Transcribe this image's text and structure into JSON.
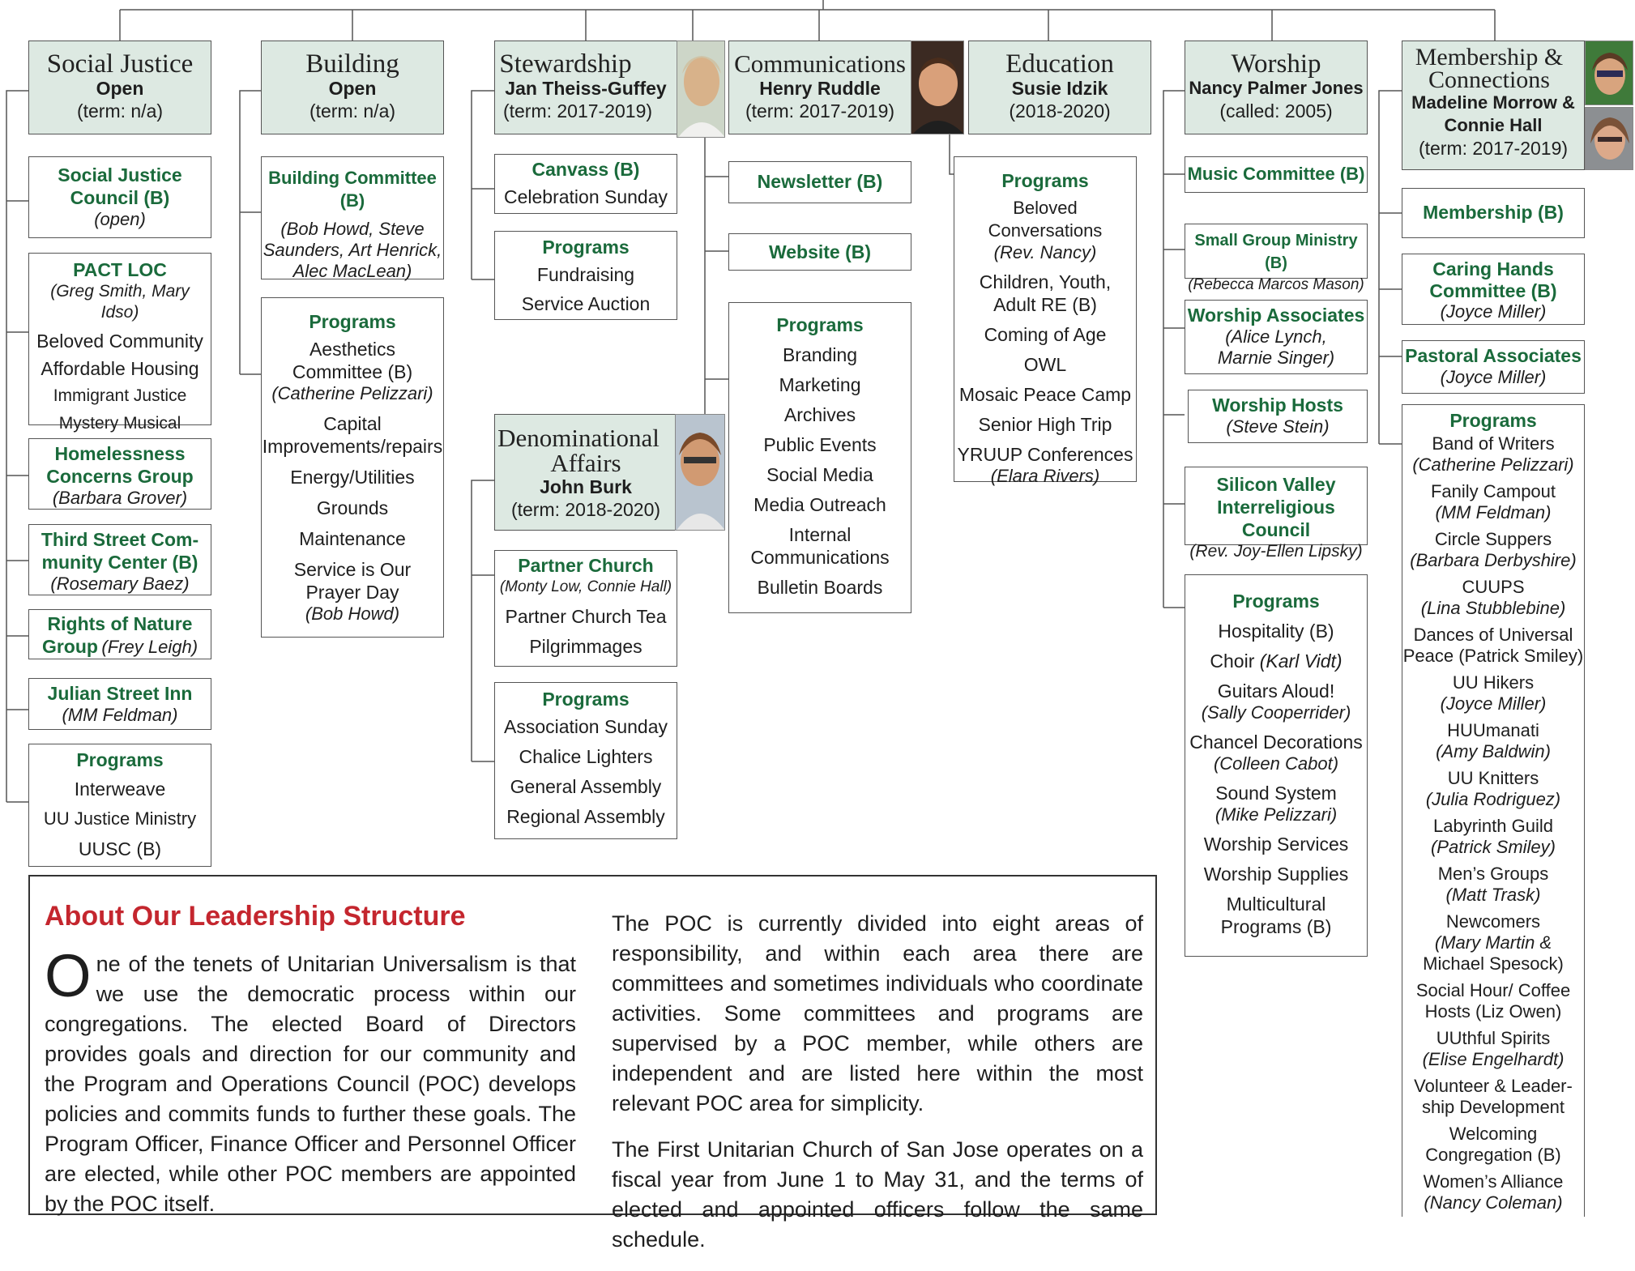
{
  "areas": {
    "social_justice": {
      "title": "Social Justice",
      "name": "Open",
      "term": "(term: n/a)"
    },
    "building": {
      "title": "Building",
      "name": "Open",
      "term": "(term: n/a)"
    },
    "stewardship": {
      "title": "Stewardship",
      "name": "Jan Theiss-Guffey",
      "term": "(term: 2017-2019)"
    },
    "communications": {
      "title": "Communications",
      "name": "Henry Ruddle",
      "term": "(term: 2017-2019)"
    },
    "education": {
      "title": "Education",
      "name": "Susie Idzik",
      "term": "(2018-2020)"
    },
    "worship": {
      "title": "Worship",
      "name": "Nancy Palmer Jones",
      "term": "(called: 2005)"
    },
    "membership": {
      "title_1": "Membership &",
      "title_2": "Connections",
      "name_1": "Madeline Morrow &",
      "name_2": "Connie Hall",
      "term": "(term: 2017-2019)"
    },
    "denominational": {
      "title_1": "Denominational",
      "title_2": "Affairs",
      "name": "John Burk",
      "term": "(term: 2018-2020)"
    }
  },
  "sj": {
    "council_1": "Social Justice",
    "council_2": "Council (B)",
    "council_who": "(open)",
    "pact": "PACT LOC",
    "pact_who": "(Greg Smith, Mary Idso)",
    "pact_items": [
      "Beloved Community",
      "Affordable Housing",
      "Immigrant Justice",
      "Mystery Musical Comedy"
    ],
    "homeless_1": "Homelessness",
    "homeless_2": "Concerns Group",
    "homeless_who": "(Barbara Grover)",
    "third_1": "Third Street Com-",
    "third_2": "munity Center (B)",
    "third_who": "(Rosemary Baez)",
    "rights_1": "Rights of Nature",
    "rights_2": "Group",
    "rights_who": "(Frey Leigh)",
    "julian": "Julian Street Inn",
    "julian_who": "(MM Feldman)",
    "programs": "Programs",
    "program_items": [
      "Interweave",
      "UU Justice Ministry",
      "UUSC (B)"
    ]
  },
  "bld": {
    "committee": "Building Committee (B)",
    "who_1": "(Bob Howd, Steve",
    "who_2": "Saunders, Art Henrick,",
    "who_3": "Alec MacLean)",
    "programs": "Programs",
    "aes_1": "Aesthetics",
    "aes_2": "Committee (B)",
    "aes_who": "(Catherine Pelizzari)",
    "cap_1": "Capital",
    "cap_2": "Improvements/repairs",
    "energy": "Energy/Utilities",
    "grounds": "Grounds",
    "maint": "Maintenance",
    "service_1": "Service is Our",
    "service_2": "Prayer Day",
    "service_who": "(Bob Howd)"
  },
  "stw": {
    "canvass": "Canvass (B)",
    "celebration": "Celebration Sunday",
    "programs": "Programs",
    "items": [
      "Fundraising",
      "Service Auction"
    ]
  },
  "com": {
    "newsletter": "Newsletter (B)",
    "website": "Website (B)",
    "programs": "Programs",
    "items": [
      "Branding",
      "Marketing",
      "Archives",
      "Public Events",
      "Social Media",
      "Media Outreach"
    ],
    "internal_1": "Internal",
    "internal_2": "Communications",
    "bulletin": "Bulletin Boards"
  },
  "den": {
    "partner": "Partner Church",
    "partner_who": "(Monty Low, Connie Hall)",
    "items": [
      "Partner Church Tea",
      "Pilgrimmages"
    ],
    "programs": "Programs",
    "prog_items": [
      "Association Sunday",
      "Chalice Lighters",
      "General Assembly",
      "Regional Assembly"
    ]
  },
  "edu": {
    "programs": "Programs",
    "beloved": "Beloved Conversations",
    "beloved_who": "(Rev. Nancy)",
    "children_1": "Children, Youth,",
    "children_2": "Adult RE (B)",
    "items": [
      "Coming of Age",
      "OWL",
      "Mosaic Peace Camp",
      "Senior High Trip"
    ],
    "yruup": "YRUUP Conferences",
    "yruup_who": "(Elara Rivers)"
  },
  "wor": {
    "music": "Music Committee (B)",
    "small": "Small Group Ministry (B)",
    "small_who": "(Rebecca Marcos Mason)",
    "assoc": "Worship Associates",
    "assoc_who_1": "(Alice Lynch,",
    "assoc_who_2": "Marnie Singer)",
    "hosts": "Worship Hosts",
    "hosts_who": "(Steve Stein)",
    "sv_1": "Silicon Valley",
    "sv_2": "Interreligious Council",
    "sv_who": "(Rev. Joy-Ellen Lipsky)",
    "programs": "Programs",
    "hosp": "Hospitality (B)",
    "choir": "Choir",
    "choir_who": "(Karl Vidt)",
    "guitars": "Guitars Aloud!",
    "guitars_who": "(Sally Cooperrider)",
    "chancel": "Chancel Decorations",
    "chancel_who": "(Colleen Cabot)",
    "sound": "Sound System",
    "sound_who": "(Mike Pelizzari)",
    "services": "Worship Services",
    "supplies": "Worship Supplies",
    "multi_1": "Multicultural",
    "multi_2": "Programs (B)"
  },
  "mem": {
    "membership": "Membership (B)",
    "caring_1": "Caring Hands",
    "caring_2": "Committee (B)",
    "caring_who": "(Joyce Miller)",
    "pastoral": "Pastoral Associates",
    "pastoral_who": "(Joyce Miller)",
    "programs": "Programs",
    "items": [
      [
        "Band of Writers",
        "(Catherine Pelizzari)"
      ],
      [
        "Fanily Campout",
        "(MM Feldman)"
      ],
      [
        "Circle Suppers",
        "(Barbara Derbyshire)"
      ],
      [
        "CUUPS",
        "(Lina Stubblebine)"
      ],
      [
        "Dances of Universal",
        "Peace (Patrick Smiley)"
      ],
      [
        "UU Hikers",
        "(Joyce Miller)"
      ],
      [
        "HUUmanati",
        "(Amy Baldwin)"
      ],
      [
        "UU Knitters",
        "(Julia Rodriguez)"
      ],
      [
        "Labyrinth Guild",
        "(Patrick Smiley)"
      ],
      [
        "Men’s Groups",
        "(Matt Trask)"
      ],
      [
        "Newcomers",
        "(Mary Martin &",
        "Michael Spesock)"
      ],
      [
        "Social Hour/ Coffee",
        "Hosts (Liz Owen)"
      ],
      [
        "UUthful Spirits",
        "(Elise Engelhardt)"
      ],
      [
        "Volunteer & Leader-",
        "ship Development"
      ],
      [
        "Welcoming",
        "Congregation (B)"
      ],
      [
        "Women’s Alliance",
        "(Nancy Coleman)"
      ]
    ]
  },
  "about": {
    "heading": "About Our Leadership Structure",
    "dropcap": "O",
    "p1": "ne of the tenets of Unitarian Universalism is that we use the democratic process within our congregations. The elected Board of Directors provides goals and direction for our community and the Program and Operations Council (POC) develops policies and commits funds to further these goals. The Program Officer, Finance Officer and Personnel Officer are elected, while other POC members are appointed by the POC itself.",
    "p2": "The POC is currently divided into eight areas of responsibility, and within each area there are committees and sometimes individuals who coordinate activities. Some committees and programs are supervised by a POC member, while others are independent and are listed here within the most relevant POC area for simplicity.",
    "p3": "The First Unitarian Church of San Jose operates on a fiscal year from June 1 to May 31, and the terms of elected and appointed officers follow the same schedule."
  }
}
